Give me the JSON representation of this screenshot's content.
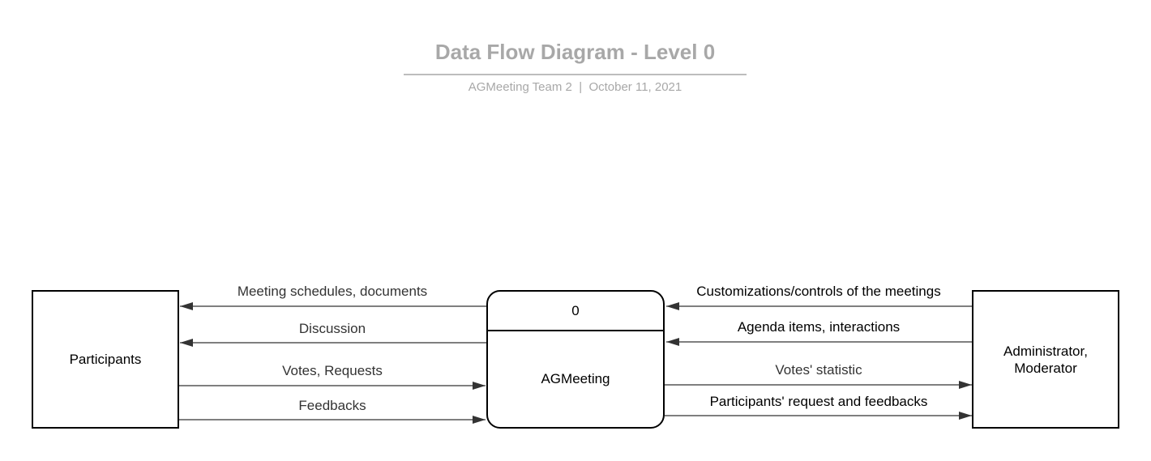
{
  "header": {
    "title": "Data Flow Diagram - Level 0",
    "subtitle": "AGMeeting Team 2  |  October 11, 2021"
  },
  "entities": {
    "participants": "Participants",
    "administrator": "Administrator,\nModerator"
  },
  "process": {
    "id": "0",
    "name": "AGMeeting"
  },
  "flows": {
    "meeting_schedules": "Meeting schedules, documents",
    "discussion": "Discussion",
    "votes_requests": "Votes, Requests",
    "feedbacks": "Feedbacks",
    "customizations": "Customizations/controls of the meetings",
    "agenda_items": "Agenda items, interactions",
    "votes_statistic": "Votes' statistic",
    "participants_request": "Participants' request and feedbacks"
  },
  "colors": {
    "title": "#a8a8a8",
    "line": "#000000",
    "arrow_head": "#333333"
  }
}
